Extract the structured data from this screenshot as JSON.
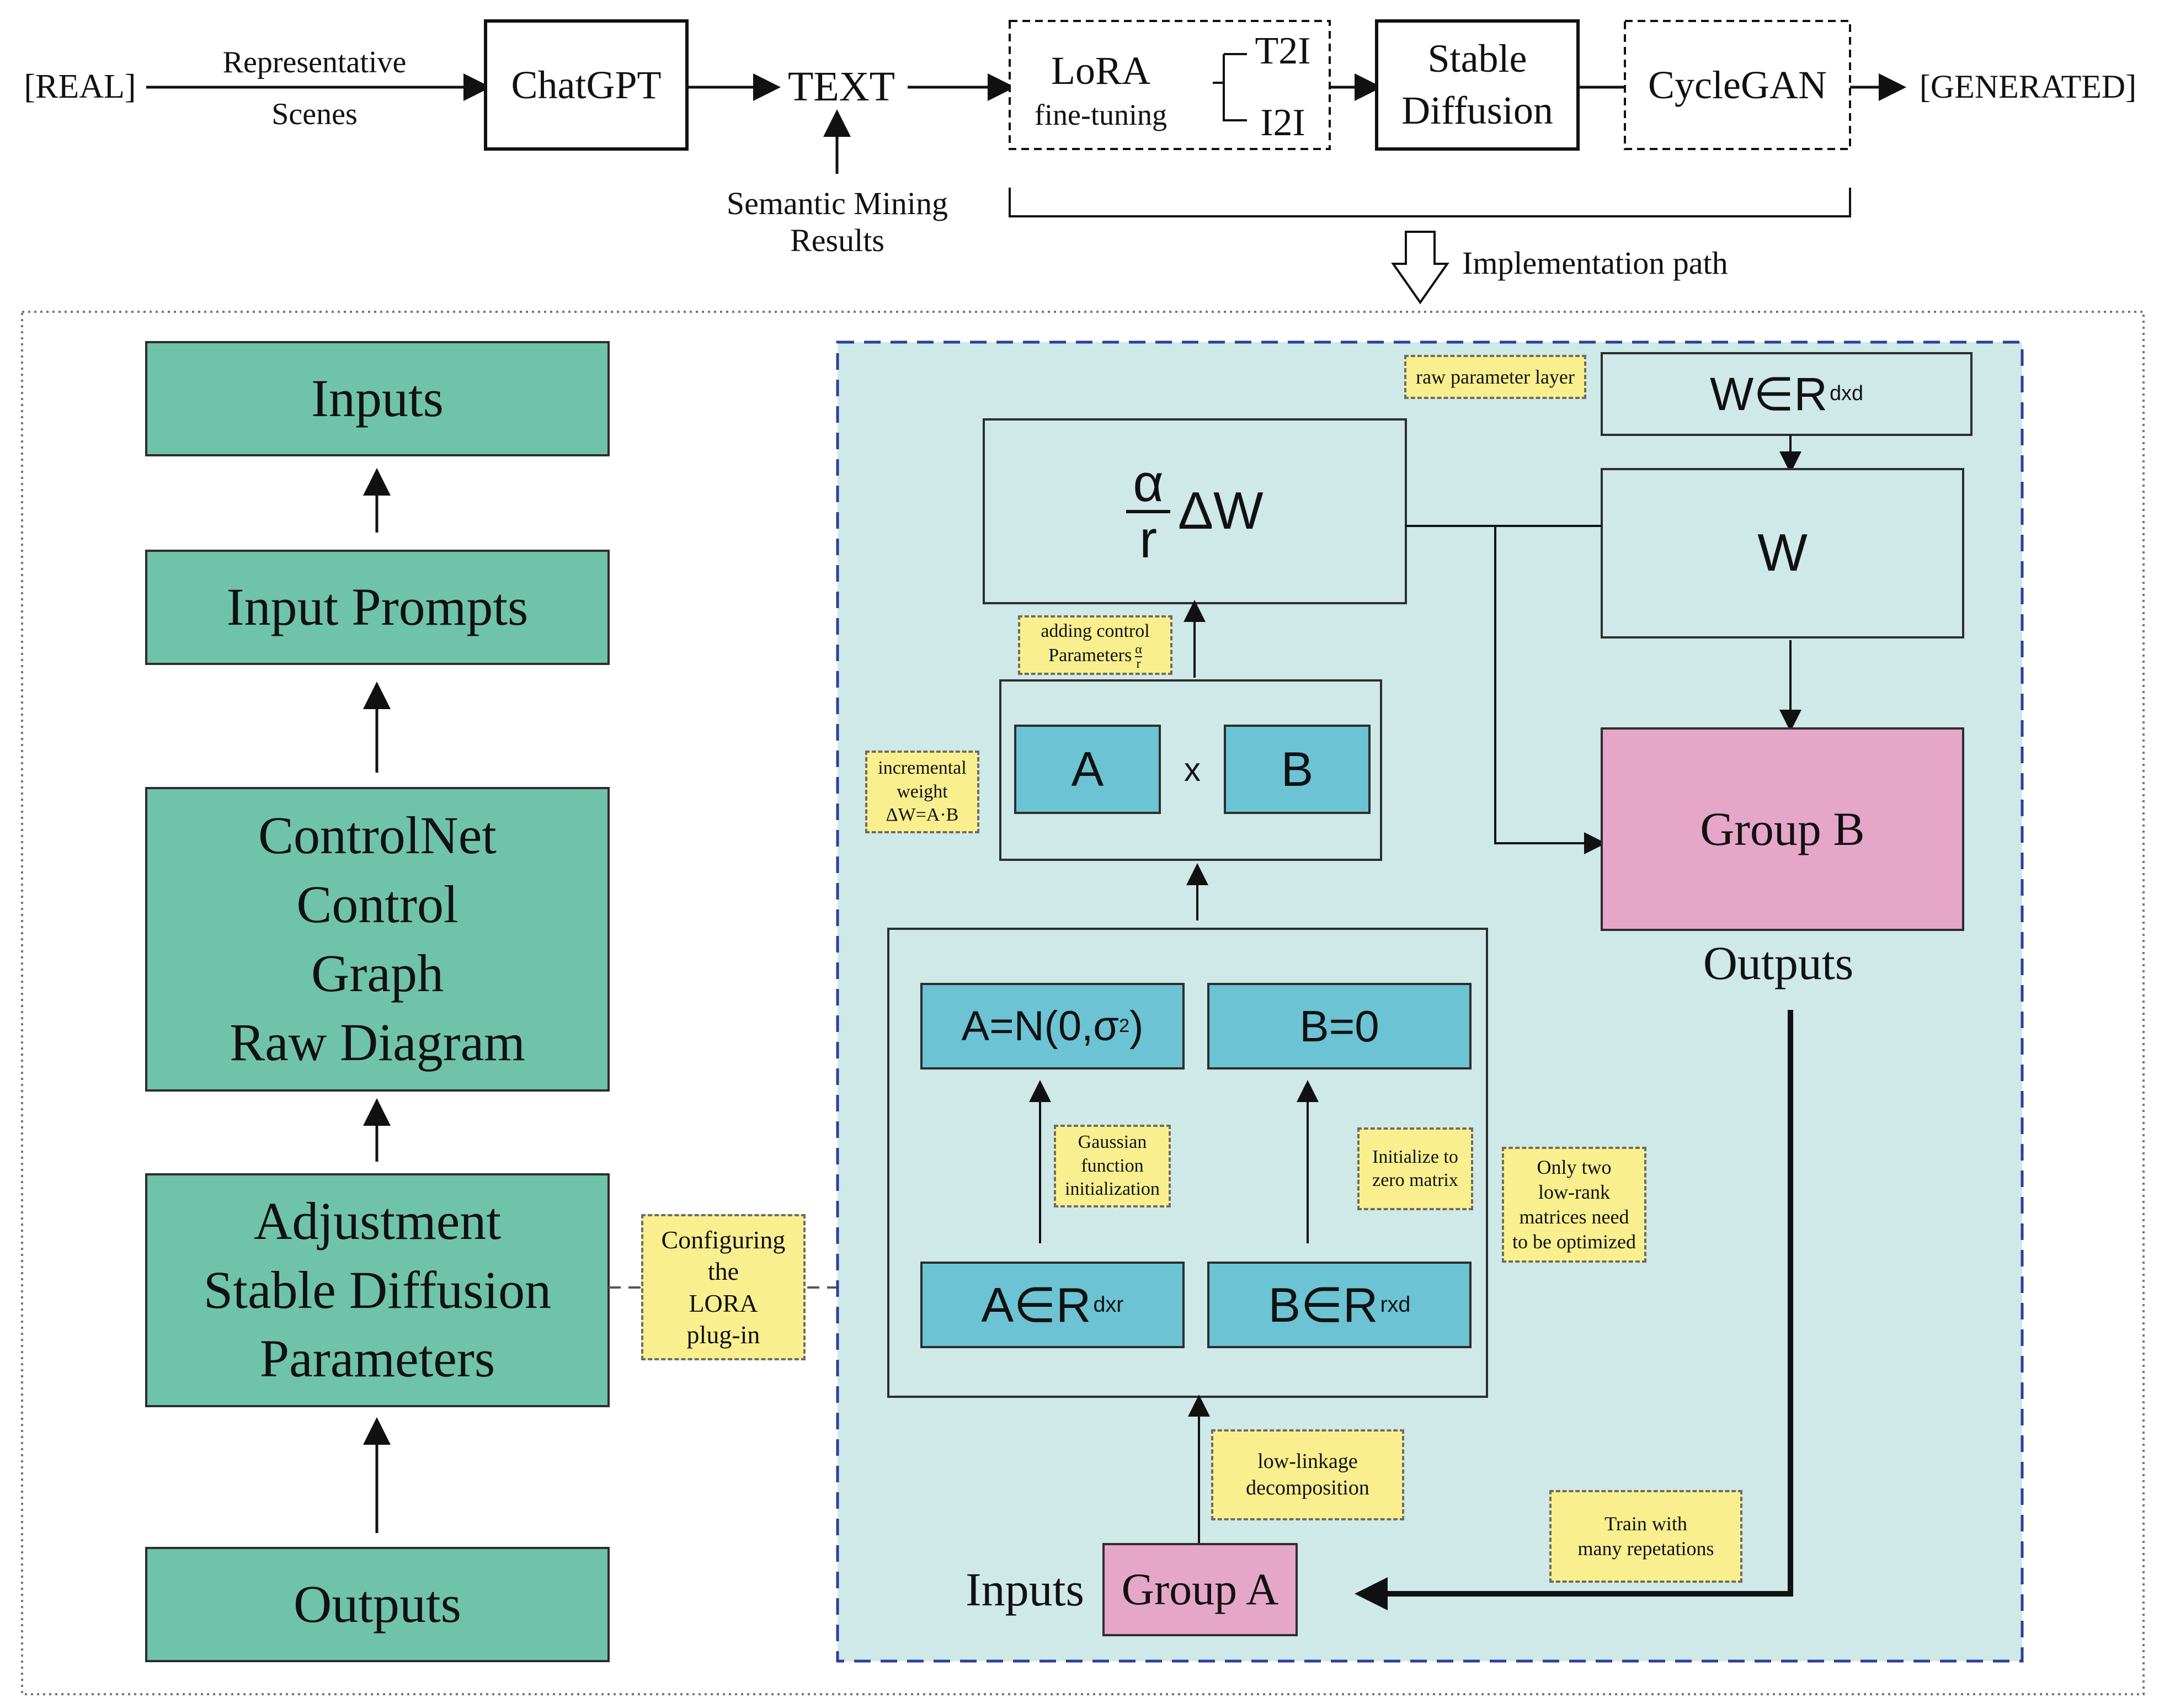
{
  "pipeline": {
    "real": "[REAL]",
    "representative_scenes": [
      "Representative",
      "Scenes"
    ],
    "chatgpt": "ChatGPT",
    "text": "TEXT",
    "semantic_mining": [
      "Semantic Mining",
      "Results"
    ],
    "lora": "LoRA",
    "lora_sub": "fine-tuning",
    "t2i": "T2I",
    "i2i": "I2I",
    "stable_diffusion": [
      "Stable",
      "Diffusion"
    ],
    "cyclegan": "CycleGAN",
    "generated": "[GENERATED]",
    "implementation_path": "Implementation path"
  },
  "left_stack": {
    "inputs": "Inputs",
    "input_prompts": "Input Prompts",
    "controlnet": [
      "ControlNet",
      "Control",
      "Graph",
      "Raw Diagram"
    ],
    "adjustment": [
      "Adjustment",
      "Stable Diffusion",
      "Parameters"
    ],
    "outputs": "Outputs",
    "configuring_note": [
      "Configuring",
      "the",
      "LORA",
      "plug-in"
    ]
  },
  "lora_detail": {
    "scale_num": "α",
    "scale_den": "r",
    "delta_w": "ΔW",
    "w_def": "W∈R",
    "w_def_sup": "dxd",
    "w": "W",
    "raw_param_note": "raw parameter layer",
    "adding_control_note": [
      "adding control",
      "Parameters"
    ],
    "adding_control_frac": [
      "α",
      "r"
    ],
    "incremental_note": [
      "incremental",
      "weight",
      "ΔW=A·B"
    ],
    "a": "A",
    "times": "x",
    "b": "B",
    "a_init": "A=N(0,σ",
    "a_init_sup": "2",
    "a_init_end": ")",
    "b_init": "B=0",
    "gaussian_note": [
      "Gaussian",
      "function",
      "initialization"
    ],
    "zero_note": [
      "Initialize to",
      "zero matrix"
    ],
    "a_def": "A∈R",
    "a_def_sup": "dxr",
    "b_def": "B∈R",
    "b_def_sup": "rxd",
    "only_two_note": [
      "Only two",
      "low-rank",
      "matrices need",
      "to be optimized"
    ],
    "low_linkage_note": [
      "low-linkage",
      "decomposition"
    ],
    "group_b": "Group B",
    "outputs": "Outputs",
    "inputs": "Inputs",
    "group_a": "Group A",
    "train_note": [
      "Train with",
      "many repetations"
    ]
  },
  "colors": {
    "green": "#6fc3a8",
    "panel": "#cfe8e8",
    "teal": "#6bc3d3",
    "pink": "#e6a6c8",
    "note_yellow": "#f9ef8f",
    "blue_dash": "#2b3f9a"
  }
}
